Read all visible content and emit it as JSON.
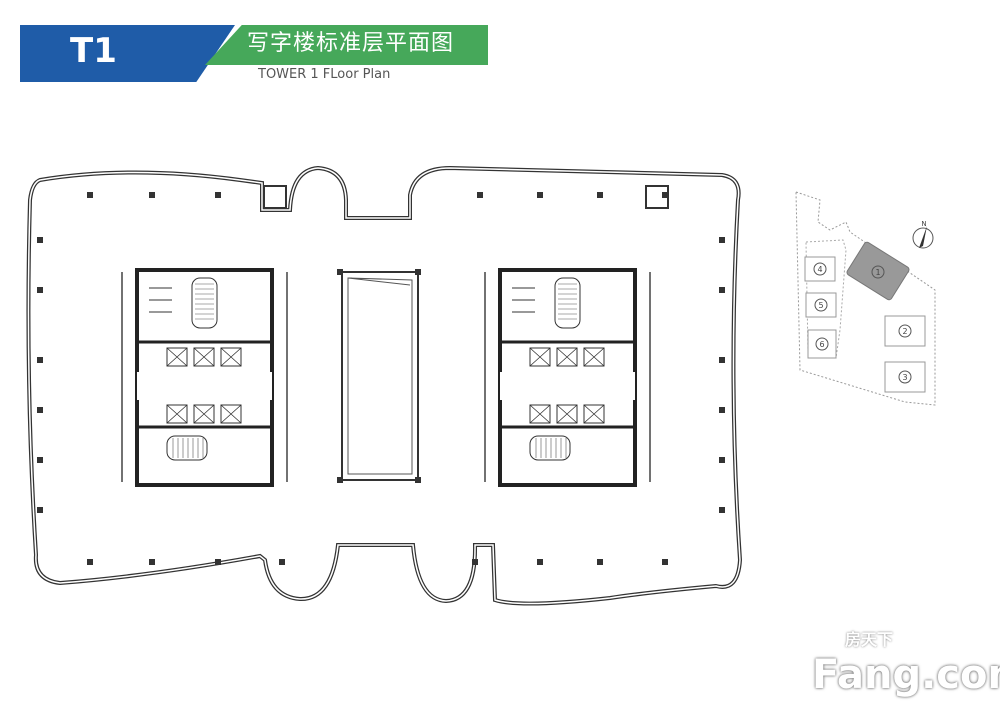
{
  "header": {
    "tower_label": "T1",
    "title_cn": "写字楼标准层平面图",
    "title_en": "TOWER 1 FLoor Plan",
    "colors": {
      "blue": "#1f5ca8",
      "green": "#46a85a"
    }
  },
  "site_plan": {
    "north_label": "N",
    "buildings": [
      "1",
      "2",
      "3",
      "4",
      "5",
      "6"
    ],
    "highlighted_building": "1"
  },
  "watermark": {
    "brand_cn": "房天下",
    "brand_en": "Fang.com"
  }
}
